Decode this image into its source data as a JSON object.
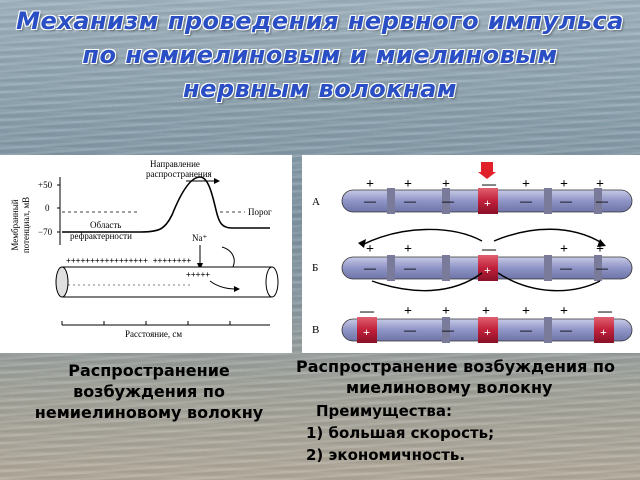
{
  "title": {
    "line1": "Механизм проведения нервного импульса",
    "line2": "по немиелиновым и миелиновым",
    "line3": "нервным волокнам"
  },
  "left_diagram": {
    "ylabel_line1": "Мембранный",
    "ylabel_line2": "потенциал, мВ",
    "tick_top": "+50",
    "tick_mid": "0",
    "tick_bottom": "−70",
    "direction_line1": "Направление",
    "direction_line2": "распространения",
    "threshold": "Порог",
    "refractory_line1": "Область",
    "refractory_line2": "рефрактерности",
    "ion": "Na⁺",
    "xlabel": "Расстояние, см",
    "plus_row": "+++++++++++++++++  ++++++++",
    "minus_row": "+++++"
  },
  "right_diagram": {
    "label_a": "А",
    "label_b": "Б",
    "label_c": "В",
    "plus": "+",
    "minus": "—"
  },
  "captions": {
    "left_line1": "Распространение",
    "left_line2": "возбуждения по",
    "left_line3": "немиелиновому волокну",
    "right_line1": "Распространение возбуждения по",
    "right_line2": "миелиновому волокну",
    "advantages_header": "Преимущества:",
    "advantage1": "1)  большая скорость;",
    "advantage2": "2)  экономичность."
  },
  "colors": {
    "title": "#2a4fc4",
    "node_red": "#c0203a",
    "fiber": "#8f94c6"
  }
}
